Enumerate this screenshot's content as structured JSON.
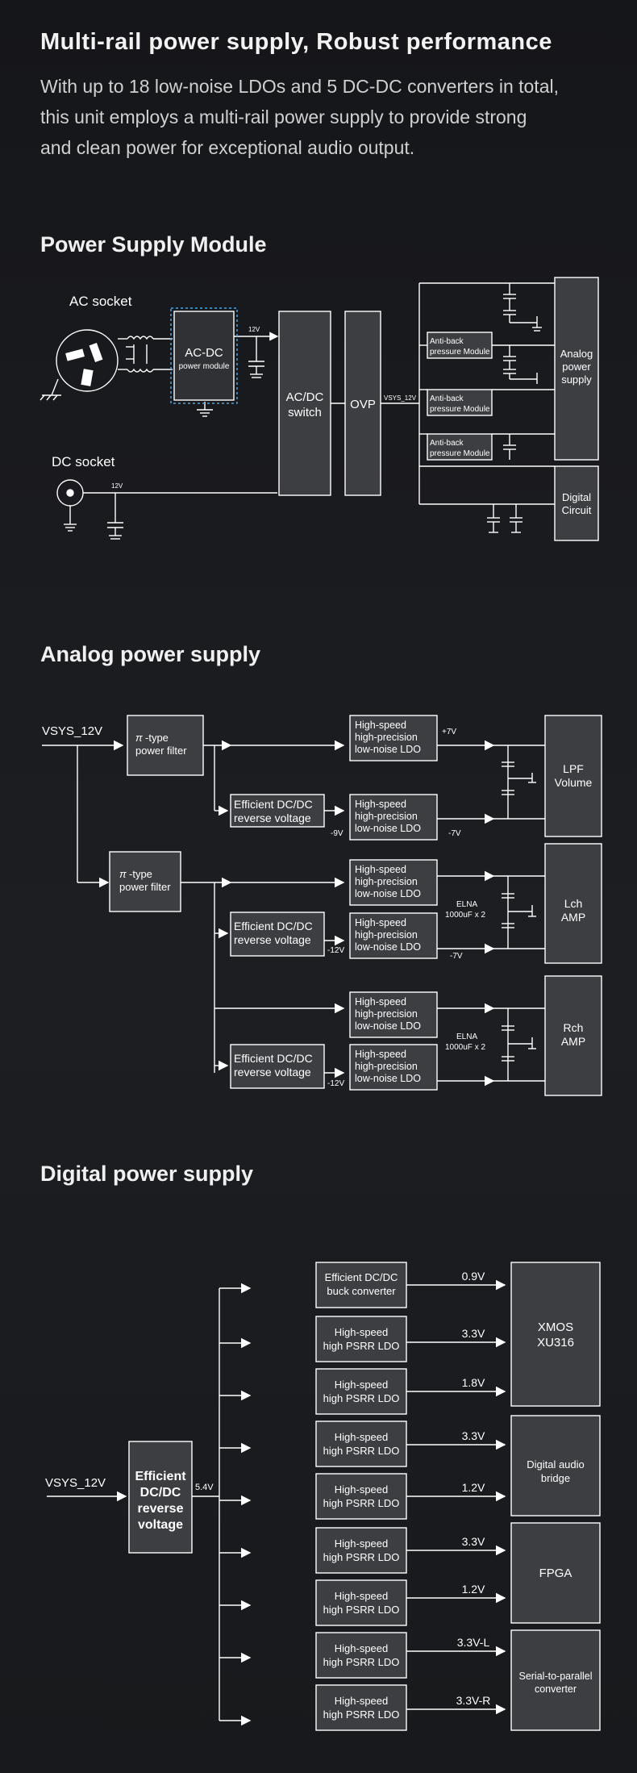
{
  "header": {
    "title": "Multi-rail power supply, Robust performance",
    "intro": "With up to 18 low-noise LDOs and 5 DC-DC converters in total,\nthis unit employs a multi-rail power supply to provide strong\nand clean power for exceptional audio output."
  },
  "module": {
    "title": "Power Supply Module",
    "ac_socket": "AC socket",
    "dc_socket": "DC socket",
    "acdc_label": "AC-DC",
    "acdc_sub": "power module",
    "v12a": "12V",
    "v12b": "12V",
    "switch_1": "AC/DC",
    "switch_2": "switch",
    "ovp": "OVP",
    "vsys": "VSYS_12V",
    "antiback_1": "Anti-back",
    "antiback_2": "pressure Module",
    "analog_1": "Analog",
    "analog_2": "power",
    "analog_3": "supply",
    "digital_1": "Digital",
    "digital_2": "Circuit"
  },
  "analog": {
    "title": "Analog power supply",
    "vsys": "VSYS_12V",
    "filter_1": "-type",
    "filter_2": "power filter",
    "pi": "π",
    "dcdc_1": "Efficient DC/DC",
    "dcdc_2": "reverse voltage",
    "ldo_1": "High-speed",
    "ldo_2": "high-precision",
    "ldo_3": "low-noise LDO",
    "v_p7": "+7V",
    "v_m9": "-9V",
    "v_m7a": "-7V",
    "v_m12a": "-12V",
    "v_m7b": "-7V",
    "v_m12b": "-12V",
    "elna_1": "ELNA",
    "elna_2": "1000uF x 2",
    "lpf_1": "LPF",
    "lpf_2": "Volume",
    "lch_1": "Lch",
    "lch_2": "AMP",
    "rch_1": "Rch",
    "rch_2": "AMP"
  },
  "digital": {
    "title": "Digital power supply",
    "vsys": "VSYS_12V",
    "dcdc_1": "Efficient",
    "dcdc_2": "DC/DC",
    "dcdc_3": "reverse",
    "dcdc_4": "voltage",
    "v54": "5.4V",
    "buck_1": "Efficient DC/DC",
    "buck_2": "buck converter",
    "psrr_1": "High-speed",
    "psrr_2": "high PSRR LDO",
    "rails": [
      "0.9V",
      "3.3V",
      "1.8V",
      "3.3V",
      "1.2V",
      "3.3V",
      "1.2V",
      "3.3V-L",
      "3.3V-R"
    ],
    "xmos_1": "XMOS",
    "xmos_2": "XU316",
    "bridge_1": "Digital audio",
    "bridge_2": "bridge",
    "fpga": "FPGA",
    "s2p_1": "Serial-to-parallel",
    "s2p_2": "converter"
  },
  "colors": {
    "box_fill": "#3d3e42",
    "line": "#ffffff",
    "accent_dashed": "#4aa3df"
  }
}
